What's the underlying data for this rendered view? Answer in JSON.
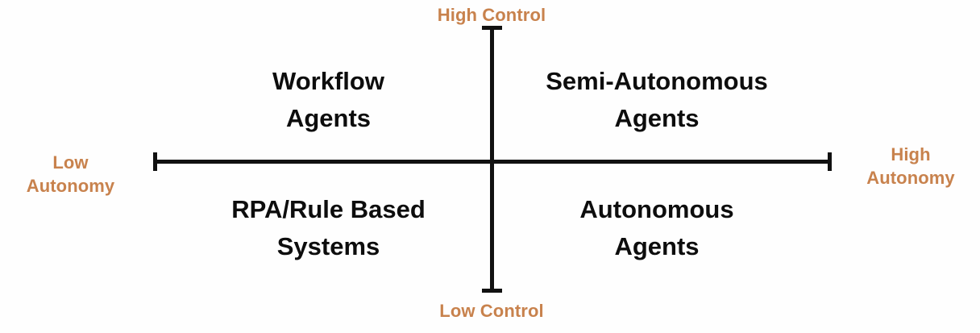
{
  "chart_data": {
    "type": "table",
    "title": "",
    "xlabel": "Autonomy",
    "ylabel": "Control",
    "axes": {
      "x": {
        "low_label": "Low\nAutonomy",
        "high_label": "High\nAutonomy",
        "low_label_plain": "Low Autonomy",
        "high_label_plain": "High Autonomy"
      },
      "y": {
        "low_label": "Low Control",
        "high_label": "High Control"
      }
    },
    "categories": [
      "Workflow Agents",
      "Semi-Autonomous Agents",
      "RPA/Rule Based Systems",
      "Autonomous Agents"
    ],
    "quadrants": [
      {
        "position": "top-left",
        "label": "Workflow\nAgents",
        "label_plain": "Workflow Agents",
        "autonomy": "low",
        "control": "high"
      },
      {
        "position": "top-right",
        "label": "Semi-Autonomous\nAgents",
        "label_plain": "Semi-Autonomous Agents",
        "autonomy": "high",
        "control": "high"
      },
      {
        "position": "bottom-left",
        "label": "RPA/Rule Based\nSystems",
        "label_plain": "RPA/Rule Based Systems",
        "autonomy": "low",
        "control": "low"
      },
      {
        "position": "bottom-right",
        "label": "Autonomous\nAgents",
        "label_plain": "Autonomous Agents",
        "autonomy": "high",
        "control": "low"
      }
    ],
    "grid": false,
    "legend": "none"
  },
  "colors": {
    "axis": "#111111",
    "axis_label": "#c8824d",
    "quadrant_label": "#0d0d0d",
    "background": "#fefefe"
  }
}
